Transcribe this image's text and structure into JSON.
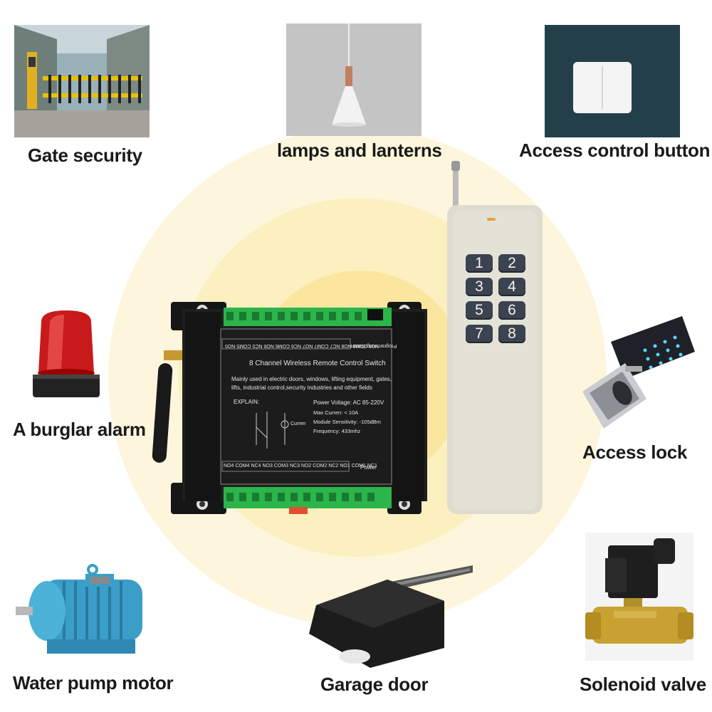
{
  "labels": {
    "gate_security": "Gate security",
    "lamps_and_lanterns": "lamps and lanterns",
    "access_control_button": "Access control button",
    "burglar_alarm": "A burglar alarm",
    "access_lock": "Access lock",
    "water_pump_motor": "Water pump motor",
    "garage_door": "Garage door",
    "solenoid_valve": "Solenoid valve"
  },
  "remote": {
    "keys": [
      "1",
      "2",
      "3",
      "4",
      "5",
      "6",
      "7",
      "8"
    ]
  },
  "controller": {
    "title": "8 Channel Wireless Remote Control Switch",
    "usage_line1": "Mainly used in electric doors, windows, lifting equipment, gates,",
    "usage_line2": "lifts, industrial control,security industries and other fields",
    "explain": "EXPLAIN:",
    "power_voltage": "Power Voltage: AC 85-220V",
    "max_current": "Max Curren: < 10A",
    "module_sensitivity": "Module Sensitivity: -105dBm",
    "frequency": "Frequency: 433mhz",
    "programming_button": "Programming Button",
    "power": "Power",
    "curren": "Curren",
    "terminals_bottom": "NO4 COM4 NC4 NO3 COM3 NC3 NO2 COM2 NC2 NO1 COM1 NC1",
    "terminals_top": "NC8 COM8 NO8 NC7 COM7 NO7 NC6 COM6 NO6 NC5 COM5 NO5"
  },
  "colors": {
    "glow_outer": "#fdf6dc",
    "glow_mid": "#fcefc0",
    "glow_inner": "#fbe6a0",
    "terminal_green": "#2bb54a",
    "remote_body": "#dcdcd0",
    "key_dark": "#3b4250"
  }
}
